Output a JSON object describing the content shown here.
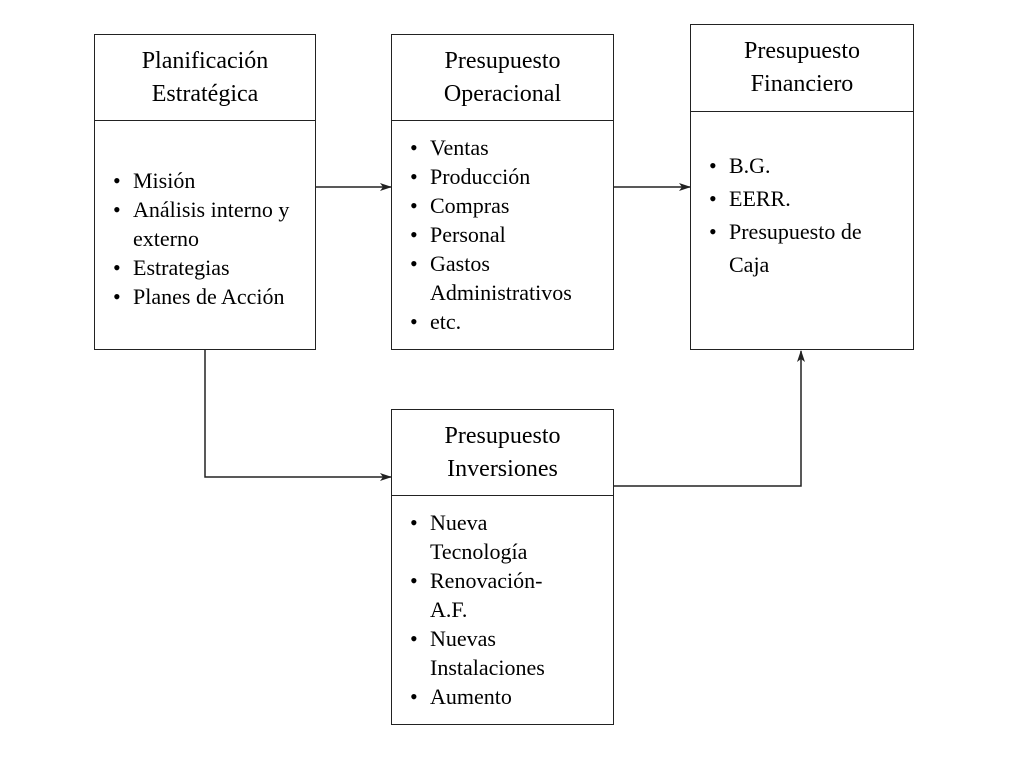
{
  "boxes": {
    "planificacion": {
      "title_lines": [
        "Planificación",
        "Estratégica"
      ],
      "items": [
        "Misión",
        "Análisis interno y externo",
        "Estrategias",
        "Planes de Acción"
      ]
    },
    "operacional": {
      "title_lines": [
        "Presupuesto",
        "Operacional"
      ],
      "items": [
        "Ventas",
        "Producción",
        "Compras",
        "Personal",
        "Gastos Administrativos",
        "etc."
      ]
    },
    "financiero": {
      "title_lines": [
        "Presupuesto",
        "Financiero"
      ],
      "items": [
        "B.G.",
        "EERR.",
        "Presupuesto de Caja"
      ]
    },
    "inversiones": {
      "title_lines": [
        "Presupuesto",
        "Inversiones"
      ],
      "items": [
        "Nueva Tecnología",
        "Renovación-A.F.",
        "Nuevas Instalaciones",
        "Aumento"
      ]
    }
  }
}
